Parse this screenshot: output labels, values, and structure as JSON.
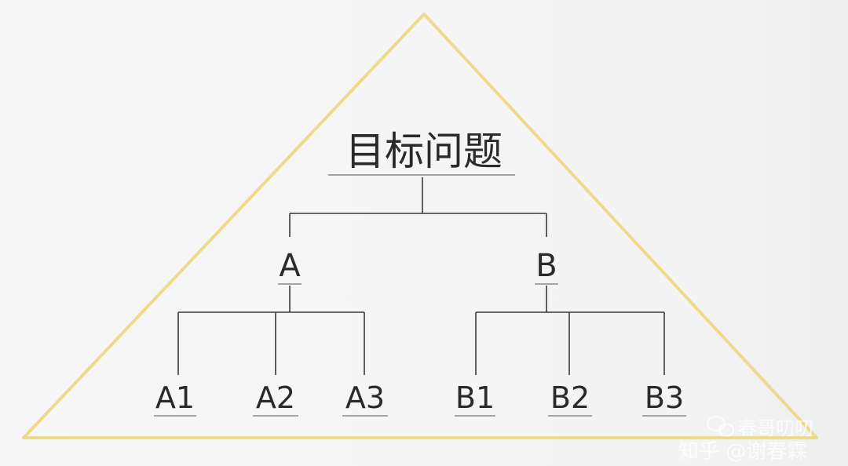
{
  "diagram": {
    "root": {
      "label": "目标问题"
    },
    "branches": [
      {
        "label": "A",
        "children": [
          "A1",
          "A2",
          "A3"
        ]
      },
      {
        "label": "B",
        "children": [
          "B1",
          "B2",
          "B3"
        ]
      }
    ]
  },
  "watermark": {
    "channel": "春哥叨叨",
    "site": "知乎 @谢春霖"
  },
  "colors": {
    "triangle_stroke": "#efd98c",
    "line": "#3a3a3a",
    "text": "#2a2a2a",
    "background": "#f4f4f4"
  }
}
